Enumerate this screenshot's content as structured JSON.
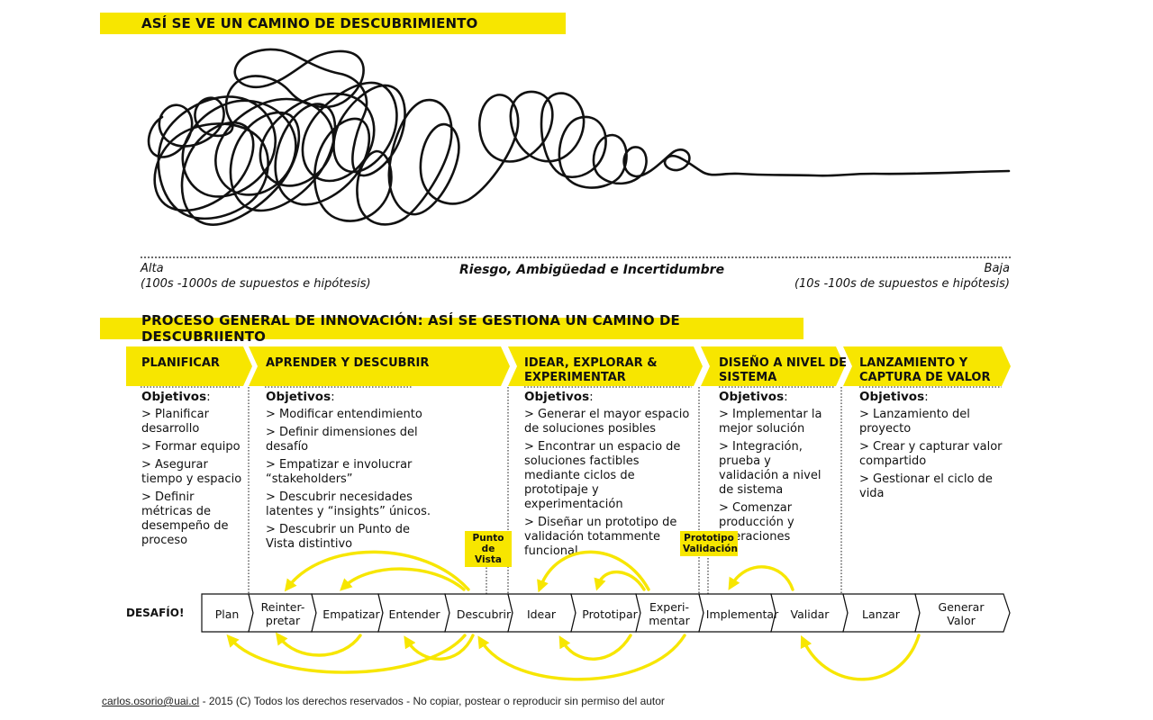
{
  "title_top": "ASÍ SE VE UN CAMINO DE DESCUBRIMIENTO",
  "axis": {
    "center": "Riesgo, Ambigüedad e Incertidumbre",
    "left_label": "Alta",
    "left_sub": "(100s -1000s de supuestos e hipótesis)",
    "right_label": "Baja",
    "right_sub": "(10s -100s de supuestos e hipótesis)"
  },
  "title_process": "PROCESO GENERAL DE INNOVACIÓN: ASÍ SE GESTIONA UN CAMINO DE DESCUBRIIENTO",
  "phases": [
    {
      "label": "PLANIFICAR"
    },
    {
      "label": "APRENDER Y DESCUBRIR"
    },
    {
      "label1": "IDEAR, EXPLORAR &",
      "label2": "EXPERIMENTAR"
    },
    {
      "label1": "DISEÑO A NIVEL DE",
      "label2": "SISTEMA"
    },
    {
      "label1": "LANZAMIENTO Y",
      "label2": "CAPTURA DE VALOR"
    }
  ],
  "objetivos_label": "Objetivos",
  "columns": [
    {
      "items": [
        "> Planificar desarrollo",
        "> Formar equipo",
        "> Asegurar tiempo y espacio",
        "> Definir métricas de desempeño de proceso"
      ]
    },
    {
      "items": [
        "> Modificar entendimiento",
        "> Definir dimensiones del desafío",
        "> Empatizar e involucrar “stakeholders”",
        "> Descubrir necesidades latentes y “insights” únicos.",
        "> Descubrir un Punto de Vista distintivo"
      ]
    },
    {
      "items": [
        "> Generar el mayor espacio de soluciones posibles",
        "> Encontrar un espacio de soluciones factibles mediante ciclos de prototipaje y experimentación",
        "> Diseñar un prototipo de validación totammente funcional"
      ]
    },
    {
      "items": [
        "> Implementar la mejor solución",
        "> Integración, prueba y validación a nivel de sistema",
        "> Comenzar producción y operaciones"
      ]
    },
    {
      "items": [
        "> Lanzamiento del proyecto",
        "> Crear y capturar valor compartido",
        "> Gestionar el ciclo de vida"
      ]
    }
  ],
  "tags": {
    "punto": {
      "line1": "Punto",
      "line2": "de Vista"
    },
    "prototipo": {
      "line1": "Prototipo",
      "line2": "Validación"
    }
  },
  "desafio": "DESAFÍO!",
  "steps": [
    {
      "l1": "Plan"
    },
    {
      "l1": "Reinter-",
      "l2": "pretar"
    },
    {
      "l1": "Empatizar"
    },
    {
      "l1": "Entender"
    },
    {
      "l1": "Descubrir"
    },
    {
      "l1": "Idear"
    },
    {
      "l1": "Prototipar"
    },
    {
      "l1": "Experi-",
      "l2": "mentar"
    },
    {
      "l1": "Implementar"
    },
    {
      "l1": "Validar"
    },
    {
      "l1": "Lanzar"
    },
    {
      "l1": "Generar",
      "l2": "Valor"
    }
  ],
  "footer": {
    "email": "carlos.osorio@uai.cl",
    "text": " - 2015 (C) Todos los derechos reservados - No copiar, postear o reproducir sin permiso del autor"
  },
  "colors": {
    "accent": "#f7e600",
    "ink": "#111111"
  }
}
